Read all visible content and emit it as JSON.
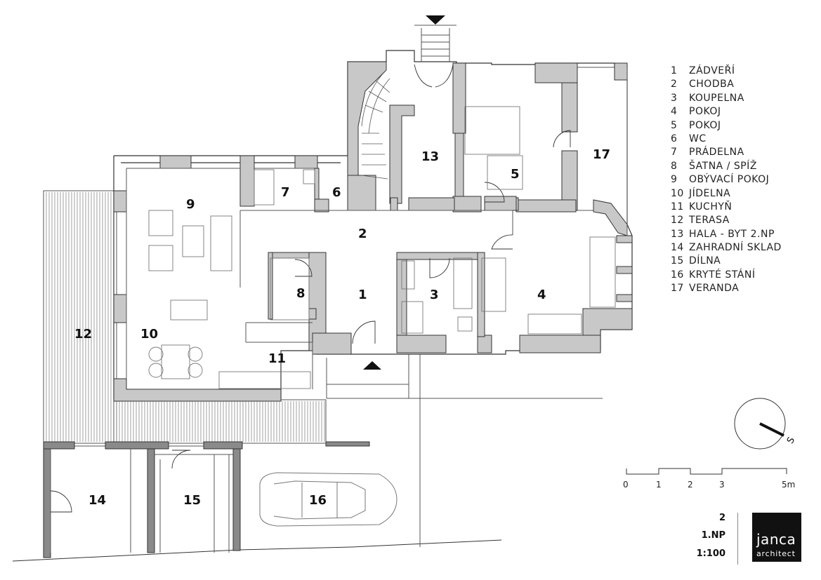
{
  "rooms": [
    {
      "num": "1",
      "name": "ZÁDVEŘÍ"
    },
    {
      "num": "2",
      "name": "CHODBA"
    },
    {
      "num": "3",
      "name": "KOUPELNA"
    },
    {
      "num": "4",
      "name": "POKOJ"
    },
    {
      "num": "5",
      "name": "POKOJ"
    },
    {
      "num": "6",
      "name": "WC"
    },
    {
      "num": "7",
      "name": "PRÁDELNA"
    },
    {
      "num": "8",
      "name": "ŠATNA / SPÍŽ"
    },
    {
      "num": "9",
      "name": "OBÝVACÍ POKOJ"
    },
    {
      "num": "10",
      "name": "JÍDELNA"
    },
    {
      "num": "11",
      "name": "KUCHYŇ"
    },
    {
      "num": "12",
      "name": "TERASA"
    },
    {
      "num": "13",
      "name": "HALA - BYT 2.NP"
    },
    {
      "num": "14",
      "name": "ZAHRADNÍ SKLAD"
    },
    {
      "num": "15",
      "name": "DÍLNA"
    },
    {
      "num": "16",
      "name": "KRYTÉ STÁNÍ"
    },
    {
      "num": "17",
      "name": "VERANDA"
    }
  ],
  "scale_bar": {
    "ticks": [
      "0",
      "1",
      "2",
      "3",
      "5m"
    ]
  },
  "compass": {
    "label": "S"
  },
  "sheet": {
    "number": "2",
    "floor": "1.NP",
    "scale": "1:100"
  },
  "logo": {
    "line1": "janca",
    "line2": "architect"
  },
  "colors": {
    "wall": "#c8c8c8",
    "line": "#333333",
    "logo_bg": "#111111"
  }
}
